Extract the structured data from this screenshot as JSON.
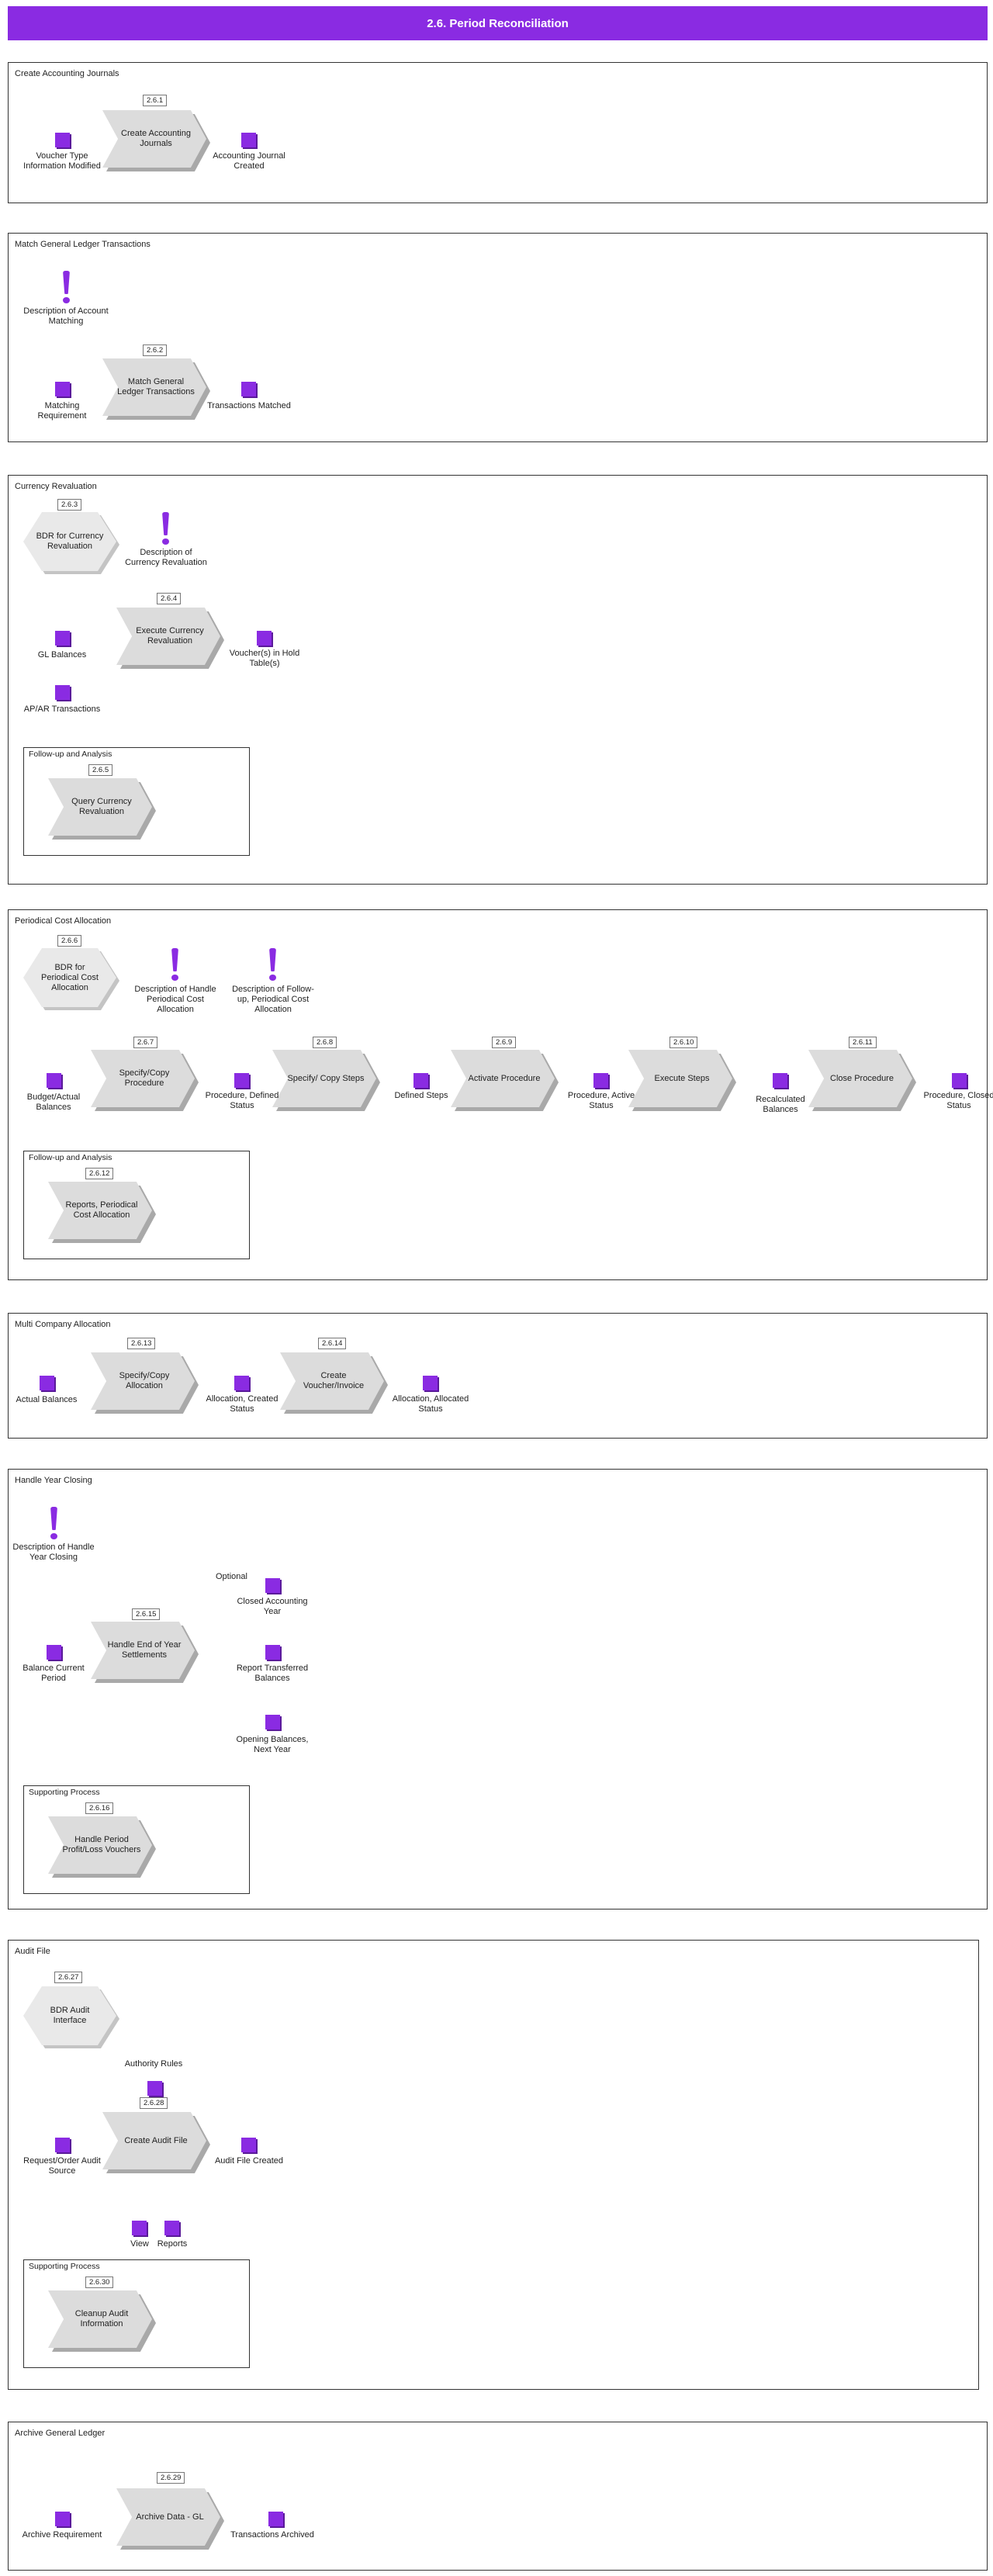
{
  "page": {
    "title": "2.6. Period Reconciliation"
  },
  "s1": {
    "title": "Create Accounting Journals",
    "id_2_6_1": "2.6.1",
    "proc_create_journals": "Create Accounting Journals",
    "ev_voucher_type": "Voucher Type Information Modified",
    "ev_journal_created": "Accounting Journal Created"
  },
  "s2": {
    "title": "Match General Ledger Transactions",
    "doc_matching": "Description of Account Matching",
    "id_2_6_2": "2.6.2",
    "proc_match_gl": "Match General Ledger Transactions",
    "ev_matching_req": "Matching Requirement",
    "ev_trans_matched": "Transactions Matched"
  },
  "s3": {
    "title": "Currency Revaluation",
    "id_2_6_3": "2.6.3",
    "hex_bdr_currency": "BDR for Currency Revaluation",
    "doc_currency": "Description of Currency Revaluation",
    "id_2_6_4": "2.6.4",
    "proc_exec_currency": "Execute Currency Revaluation",
    "ev_gl_balances": "GL Balances",
    "ev_apar": "AP/AR Transactions",
    "ev_vouchers_hold": "Voucher(s) in Hold Table(s)",
    "sub_title": "Follow-up and Analysis",
    "id_2_6_5": "2.6.5",
    "proc_query_currency": "Query Currency Revaluation"
  },
  "s4": {
    "title": "Periodical Cost Allocation",
    "id_2_6_6": "2.6.6",
    "hex_bdr_periodical": "BDR for Periodical Cost Allocation",
    "doc_handle": "Description of Handle Periodical Cost Allocation",
    "doc_followup": "Description of Follow-up, Periodical Cost Allocation",
    "id_2_6_7": "2.6.7",
    "proc_specify_procedure": "Specify/Copy Procedure",
    "id_2_6_8": "2.6.8",
    "proc_specify_steps": "Specify/ Copy Steps",
    "id_2_6_9": "2.6.9",
    "proc_activate": "Activate Procedure",
    "id_2_6_10": "2.6.10",
    "proc_execute_steps": "Execute Steps",
    "id_2_6_11": "2.6.11",
    "proc_close": "Close Procedure",
    "ev_budget_actual": "Budget/Actual Balances",
    "ev_proc_defined": "Procedure, Defined Status",
    "ev_defined_steps": "Defined Steps",
    "ev_proc_active": "Procedure, Active Status",
    "ev_recalculated": "Recalculated Balances",
    "ev_proc_closed": "Procedure, Closed Status",
    "sub_title": "Follow-up and Analysis",
    "id_2_6_12": "2.6.12",
    "proc_reports": "Reports, Periodical Cost Allocation"
  },
  "s5": {
    "title": "Multi Company Allocation",
    "id_2_6_13": "2.6.13",
    "proc_specify_alloc": "Specify/Copy Allocation",
    "id_2_6_14": "2.6.14",
    "proc_create_voucher": "Create Voucher/Invoice",
    "ev_actual_bal": "Actual Balances",
    "ev_alloc_created": "Allocation, Created Status",
    "ev_alloc_allocated": "Allocation, Allocated Status"
  },
  "s6": {
    "title": "Handle Year Closing",
    "doc_year_closing": "Description of Handle Year Closing",
    "id_2_6_15": "2.6.15",
    "proc_end_year": "Handle End of Year Settlements",
    "ev_balance_current": "Balance Current Period",
    "optional_label": "Optional",
    "ev_closed_year": "Closed Accounting Year",
    "ev_report_transferred": "Report Transferred Balances",
    "ev_opening_balances": "Opening Balances, Next Year",
    "sub_title": "Supporting Process",
    "id_2_6_16": "2.6.16",
    "proc_profit_loss": "Handle Period Profit/Loss Vouchers"
  },
  "s7": {
    "title": "Audit File",
    "id_2_6_27": "2.6.27",
    "hex_bdr_audit": "BDR Audit Interface",
    "ev_authority": "Authority Rules",
    "id_2_6_28": "2.6.28",
    "proc_create_audit": "Create Audit File",
    "ev_request_order": "Request/Order Audit Source",
    "ev_audit_created": "Audit File Created",
    "ev_view": "View",
    "ev_reports": "Reports",
    "sub_title": "Supporting Process",
    "id_2_6_30": "2.6.30",
    "proc_cleanup": "Cleanup Audit Information"
  },
  "s8": {
    "title": "Archive General Ledger",
    "id_2_6_29": "2.6.29",
    "proc_archive": "Archive Data - GL",
    "ev_archive_req": "Archive Requirement",
    "ev_trans_archived": "Transactions Archived"
  },
  "colors": {
    "accent": "#8a2be2",
    "process": "#dcdcdc",
    "bdr": "#e9e9e9"
  }
}
